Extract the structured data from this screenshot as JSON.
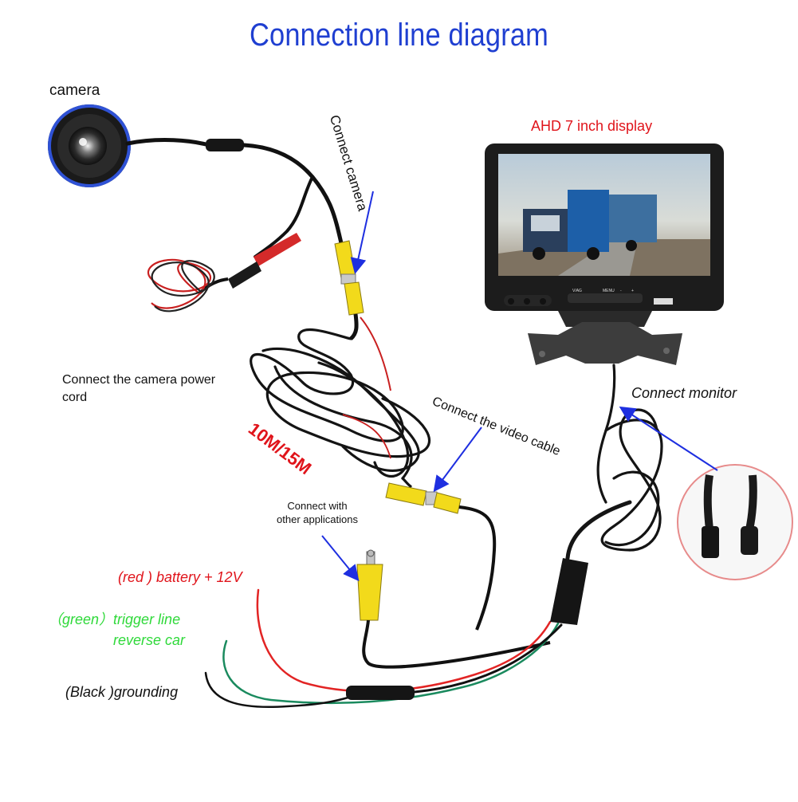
{
  "title": "Connection line diagram",
  "labels": {
    "camera": "camera",
    "display": "AHD 7 inch display",
    "connect_camera": "Connect camera",
    "camera_power": "Connect the camera power cord",
    "connect_monitor": "Connect monitor",
    "video_cable": "Connect the video cable",
    "cable_length": "10M/15M",
    "other_apps": "Connect with other applications",
    "red_wire": "(red ) battery + 12V",
    "green_wire_1": "（green）trigger line",
    "green_wire_2": "reverse car",
    "black_wire": "(Black )grounding"
  },
  "monitor_buttons": [
    "V/AG",
    "MENU",
    "-",
    "+"
  ],
  "colors": {
    "title": "#1f3fd1",
    "accent_red": "#e0141b",
    "accent_green": "#2fd93a",
    "arrow": "#1e2fe0",
    "rca_yellow": "#f2da1b",
    "cable": "#111111"
  }
}
